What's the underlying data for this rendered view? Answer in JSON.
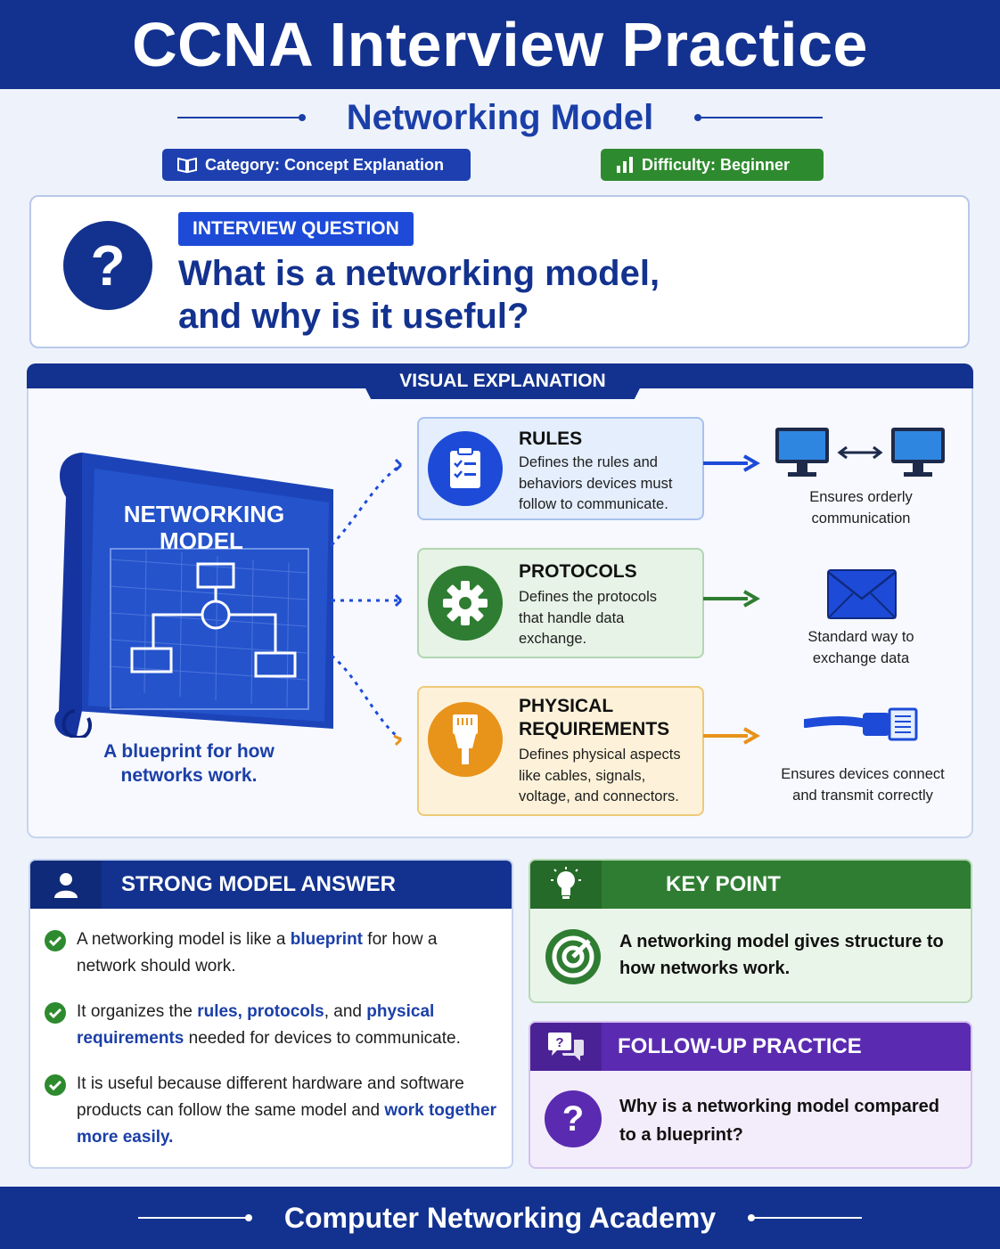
{
  "header": {
    "title": "CCNA Interview Practice"
  },
  "subtitle": "Networking Model",
  "badges": {
    "category": "Category: Concept Explanation",
    "difficulty": "Difficulty: Beginner"
  },
  "question": {
    "badge": "INTERVIEW QUESTION",
    "line1": "What is a networking model,",
    "line2": "and why is it useful?"
  },
  "visual": {
    "title": "VISUAL EXPLANATION",
    "blueprint": {
      "line1": "NETWORKING",
      "line2": "MODEL",
      "caption1": "A blueprint for how",
      "caption2": "networks work."
    },
    "items": [
      {
        "title": "RULES",
        "desc": "Defines the rules and behaviors devices must follow to communicate.",
        "result1": "Ensures orderly",
        "result2": "communication"
      },
      {
        "title": "PROTOCOLS",
        "desc": "Defines the protocols that handle data exchange.",
        "result1": "Standard way to",
        "result2": "exchange data"
      },
      {
        "title1": "PHYSICAL",
        "title2": "REQUIREMENTS",
        "desc": "Defines physical aspects like cables, signals, voltage, and connectors.",
        "result1": "Ensures devices connect",
        "result2": "and transmit correctly"
      }
    ],
    "colors": {
      "rules": "#1d4bd8",
      "protocols": "#2f7d32",
      "physical": "#e8931a"
    }
  },
  "answer": {
    "title": "STRONG MODEL ANSWER",
    "p1": {
      "a": "A networking model is like a ",
      "b": "blueprint",
      "c": " for how a network should work."
    },
    "p2": {
      "a": "It organizes the ",
      "b": "rules, protocols",
      "c": ", and ",
      "d": "physical requirements",
      "e": " needed for devices to communicate."
    },
    "p3": {
      "a": "It is useful because different hardware and software products can follow the same model and ",
      "b": "work together more easily."
    }
  },
  "key_point": {
    "title": "KEY POINT",
    "text": "A networking model gives structure to how networks work."
  },
  "follow_up": {
    "title": "FOLLOW-UP PRACTICE",
    "question": "Why is a networking model compared to a blueprint?"
  },
  "footer": {
    "text": "Computer Networking Academy"
  }
}
